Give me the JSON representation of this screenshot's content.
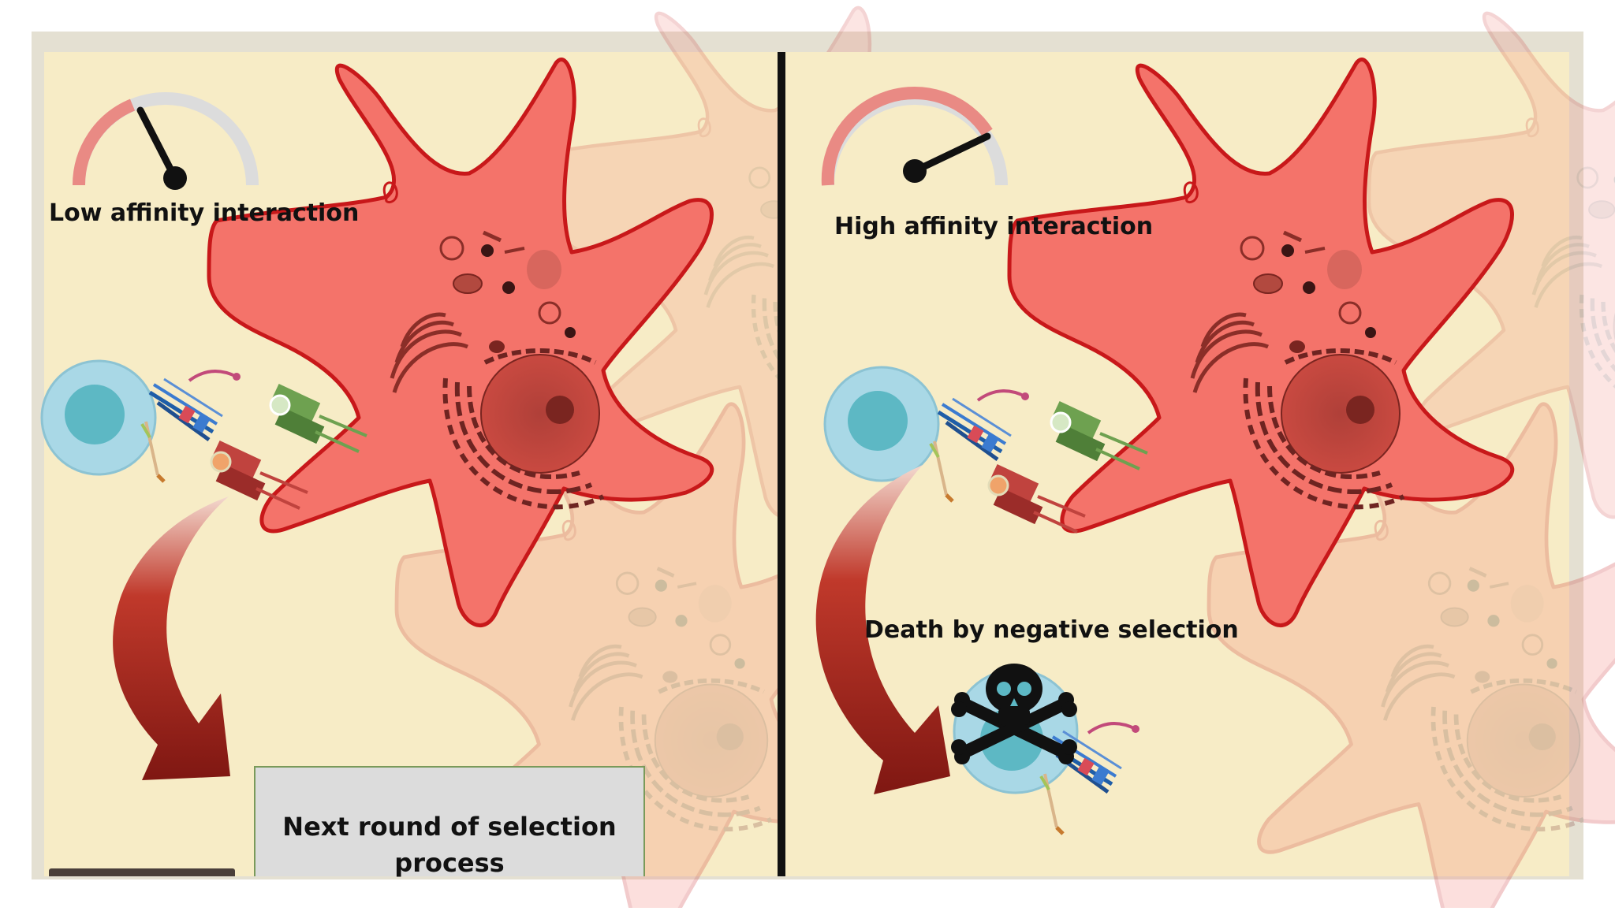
{
  "left_panel": {
    "affinity_label": "Low affinity interaction",
    "gauge_level": 0.25,
    "outcome_box_text": "Next round of selection\nprocess"
  },
  "right_panel": {
    "affinity_label": "High affinity interaction",
    "gauge_level": 0.8,
    "outcome_label": "Death by negative selection"
  },
  "colors": {
    "background": "#f7ecc6",
    "frame": "#e4e0d2",
    "dendritic_cell": "#f4736a",
    "dendritic_outline": "#c8181a",
    "t_cell": "#a9d8e6",
    "t_cell_nucleus": "#5db8c4",
    "arrow": "#8b1a14",
    "gauge_track": "#dcdcdc",
    "gauge_fill": "#e98a84"
  }
}
